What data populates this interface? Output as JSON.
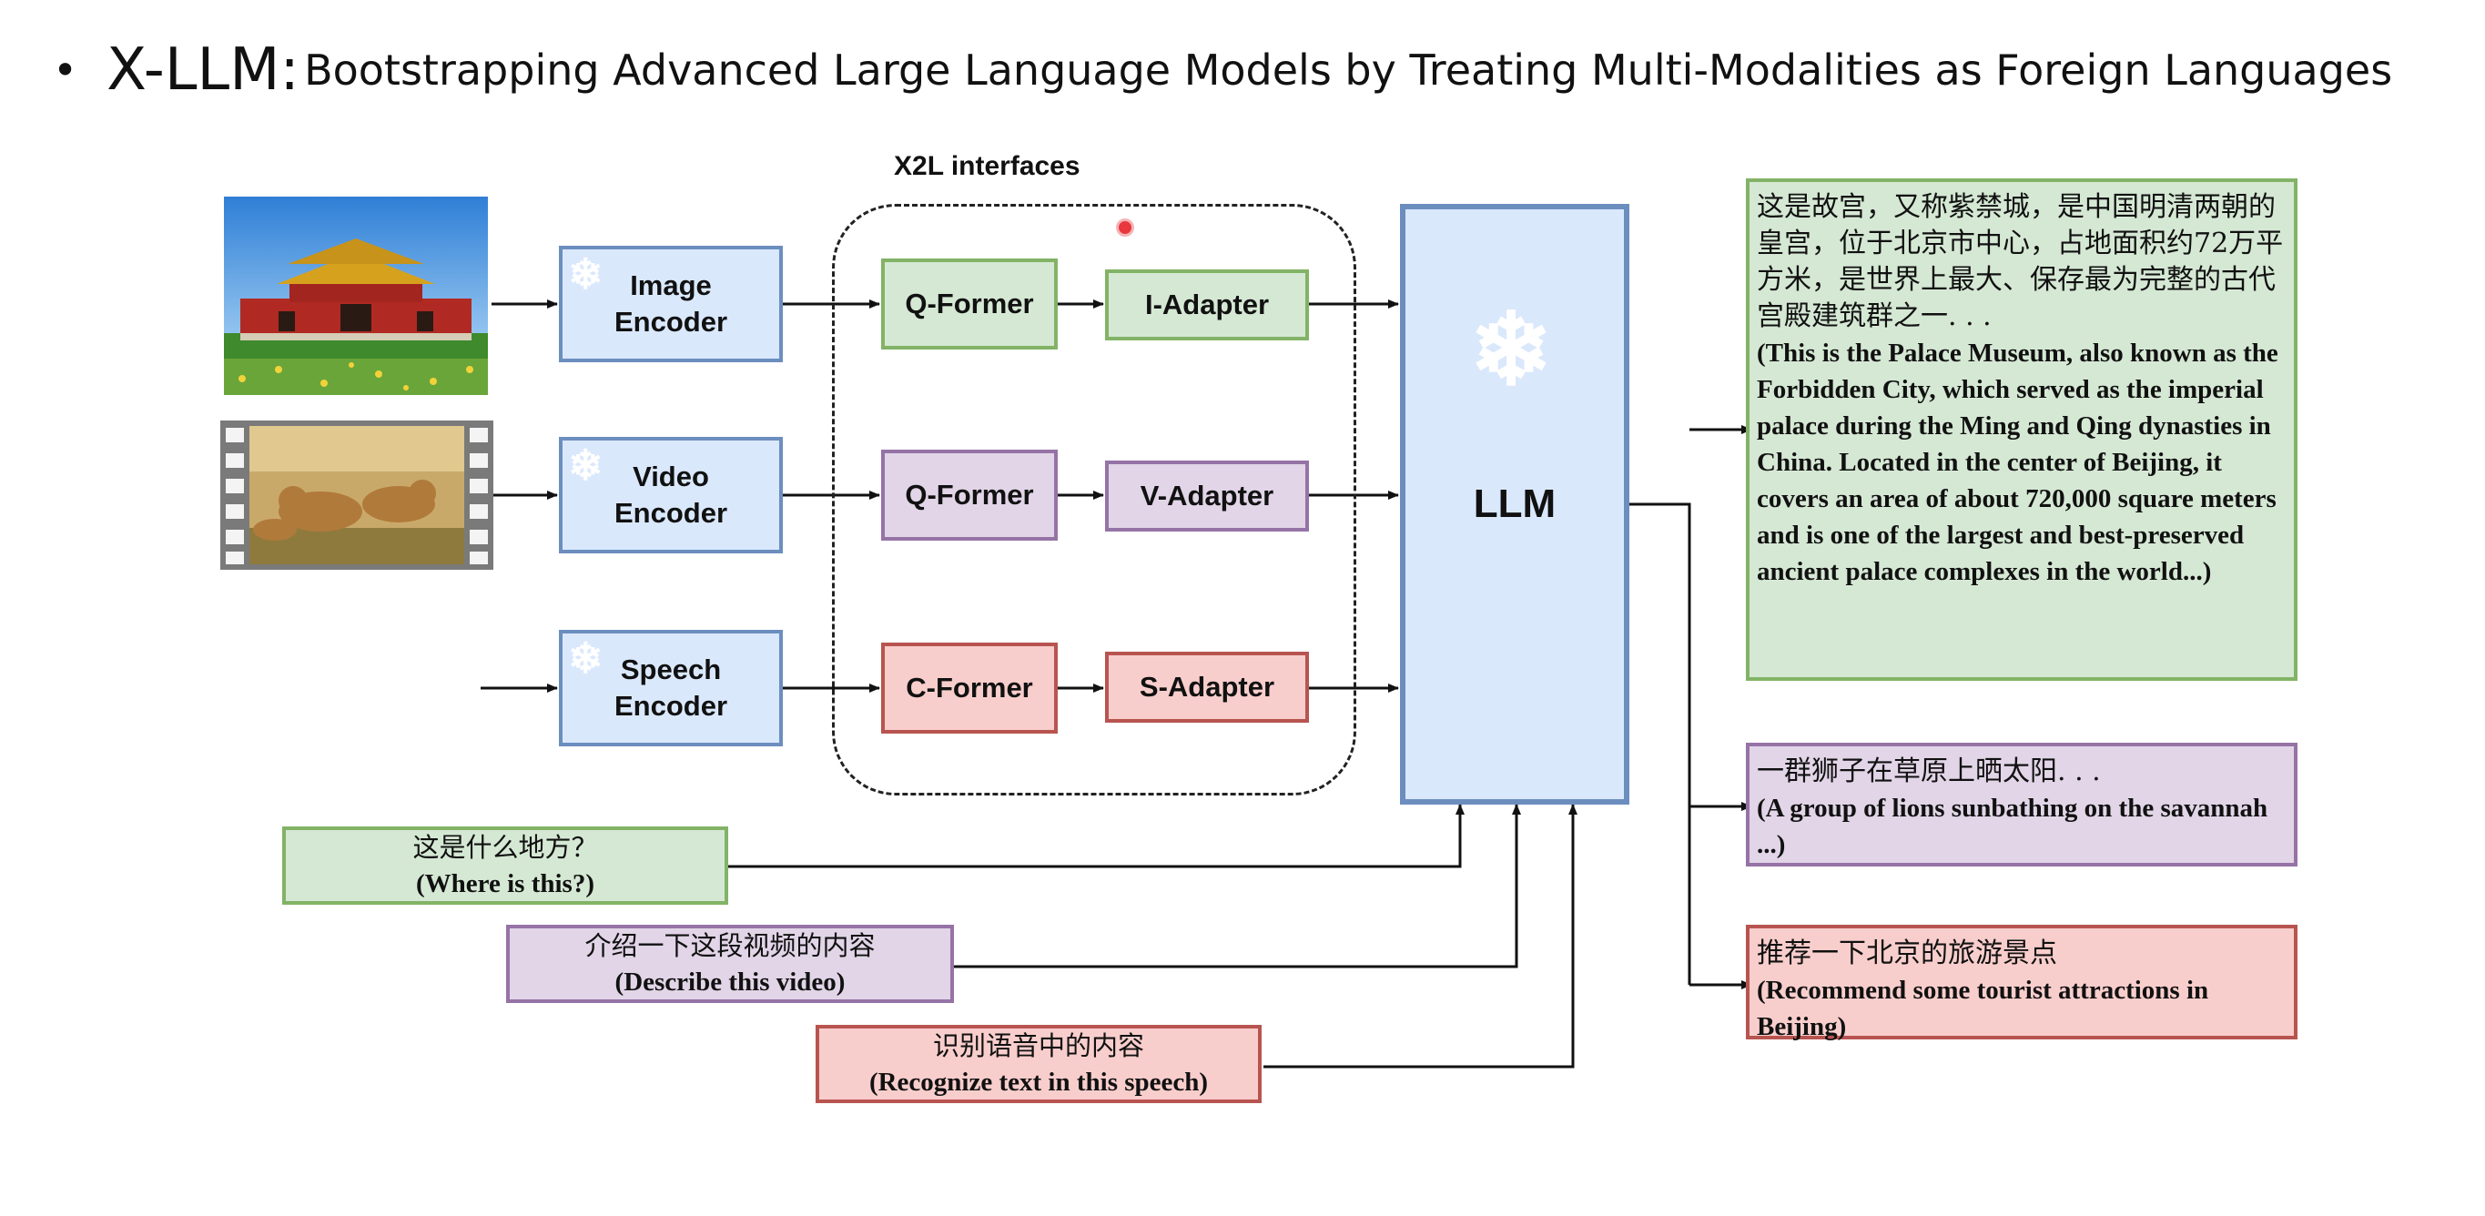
{
  "title": {
    "bullet": "•",
    "main": "X-LLM:",
    "sub": "Bootstrapping Advanced Large Language Models by Treating Multi-Modalities as Foreign Languages"
  },
  "x2l_label": "X2L interfaces",
  "encoders": {
    "image": {
      "line1": "Image",
      "line2": "Encoder"
    },
    "video": {
      "line1": "Video",
      "line2": "Encoder"
    },
    "speech": {
      "line1": "Speech",
      "line2": "Encoder"
    }
  },
  "formers": {
    "image": "Q-Former",
    "video": "Q-Former",
    "speech": "C-Former"
  },
  "adapters": {
    "image": "I-Adapter",
    "video": "V-Adapter",
    "speech": "S-Adapter"
  },
  "llm": "LLM",
  "instructions": [
    {
      "cn": "这是什么地方？",
      "en": "(Where is this?)"
    },
    {
      "cn": "介绍一下这段视频的内容",
      "en": "(Describe this video)"
    },
    {
      "cn": "识别语音中的内容",
      "en": "(Recognize text in this speech)"
    }
  ],
  "outputs": [
    {
      "cn": "这是故宫，又称紫禁城，是中国明清两朝的皇宫，位于北京市中心，占地面积约72万平方米，是世界上最大、保存最为完整的古代宫殿建筑群之一. . .",
      "en": "(This is the Palace Museum, also known as the Forbidden City, which served as the imperial palace during the Ming and Qing dynasties in China. Located in the center of Beijing, it covers an area of about 720,000 square meters and is one of the largest and best-preserved ancient palace complexes in the world...)"
    },
    {
      "cn": "一群狮子在草原上晒太阳. . .",
      "en": "(A group of lions sunbathing on the savannah ...)"
    },
    {
      "cn": "推荐一下北京的旅游景点",
      "en": "(Recommend some tourist attractions in Beijing)"
    }
  ],
  "icons": {
    "snowflake": "snowflake-icon"
  },
  "colors": {
    "blue_fill": "#dae8fc",
    "blue_border": "#6c8ebf",
    "green_fill": "#d5e8d4",
    "green_border": "#82b366",
    "purple_fill": "#e1d5e7",
    "purple_border": "#9673a6",
    "red_fill": "#f8cecc",
    "red_border": "#b85450"
  }
}
